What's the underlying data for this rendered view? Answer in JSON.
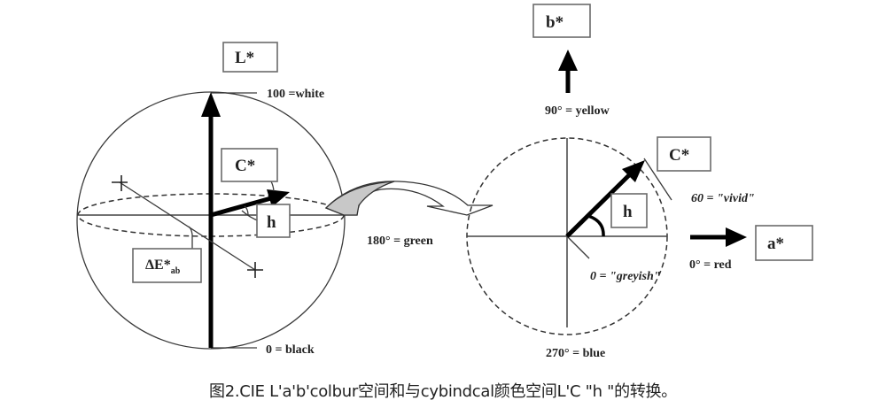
{
  "diagram": {
    "sphere": {
      "axis_label": "L*",
      "top_label": "100 =white",
      "bottom_label": "0 = black",
      "chroma_label": "C*",
      "hue_label": "h",
      "delta_e_label": "ΔE*",
      "delta_e_subscript": "ab"
    },
    "hue_circle": {
      "b_axis_label": "b*",
      "a_axis_label": "a*",
      "chroma_label": "C*",
      "hue_label": "h",
      "deg90": "90° = yellow",
      "deg180": "180° = green",
      "deg270": "270° = blue",
      "deg0": "0° = red",
      "chroma_max": "60 = \"vivid\"",
      "chroma_min": "0 = \"greyish\""
    },
    "colors": {
      "line": "#000000",
      "box_border": "#6a6a6a",
      "transition_arrow_fill": "#c8c8c8"
    }
  },
  "caption": "图2.CIE L'a'b'colbur空间和与cybindcal颜色空间L'C \"h \"的转换。"
}
